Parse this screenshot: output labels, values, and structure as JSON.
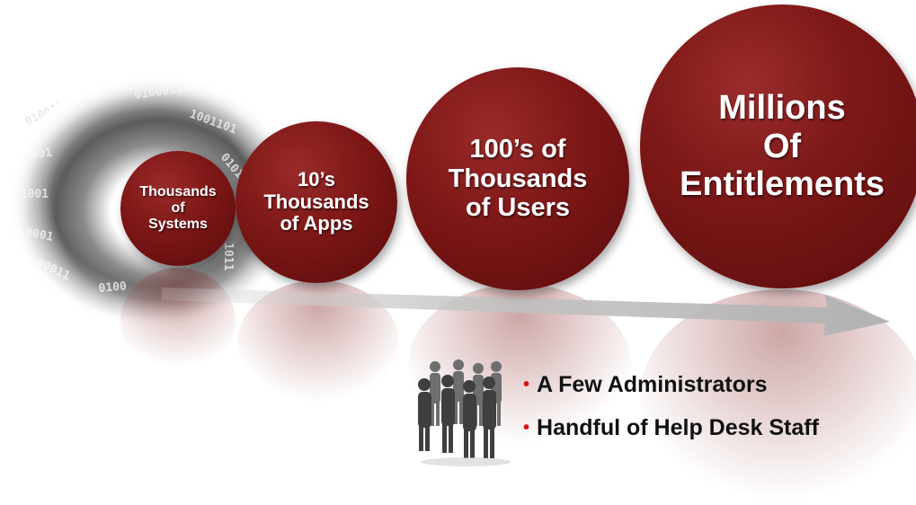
{
  "circles": [
    {
      "lines": [
        "Thousands",
        "of",
        "Systems"
      ]
    },
    {
      "lines": [
        "10’s",
        "Thousands",
        "of Apps"
      ]
    },
    {
      "lines": [
        "100’s of",
        "Thousands",
        "of Users"
      ]
    },
    {
      "lines": [
        "Millions",
        "Of",
        "Entitlements"
      ]
    }
  ],
  "bullets": [
    "A Few Administrators",
    "Handful of Help Desk Staff"
  ],
  "colors": {
    "circle": "#7d1717",
    "bullet_dot": "#d11414",
    "text": "#111111",
    "arrow": "#bdbdbd"
  },
  "icons": [
    "binary-tunnel-icon",
    "arrow-icon",
    "people-group-icon"
  ]
}
